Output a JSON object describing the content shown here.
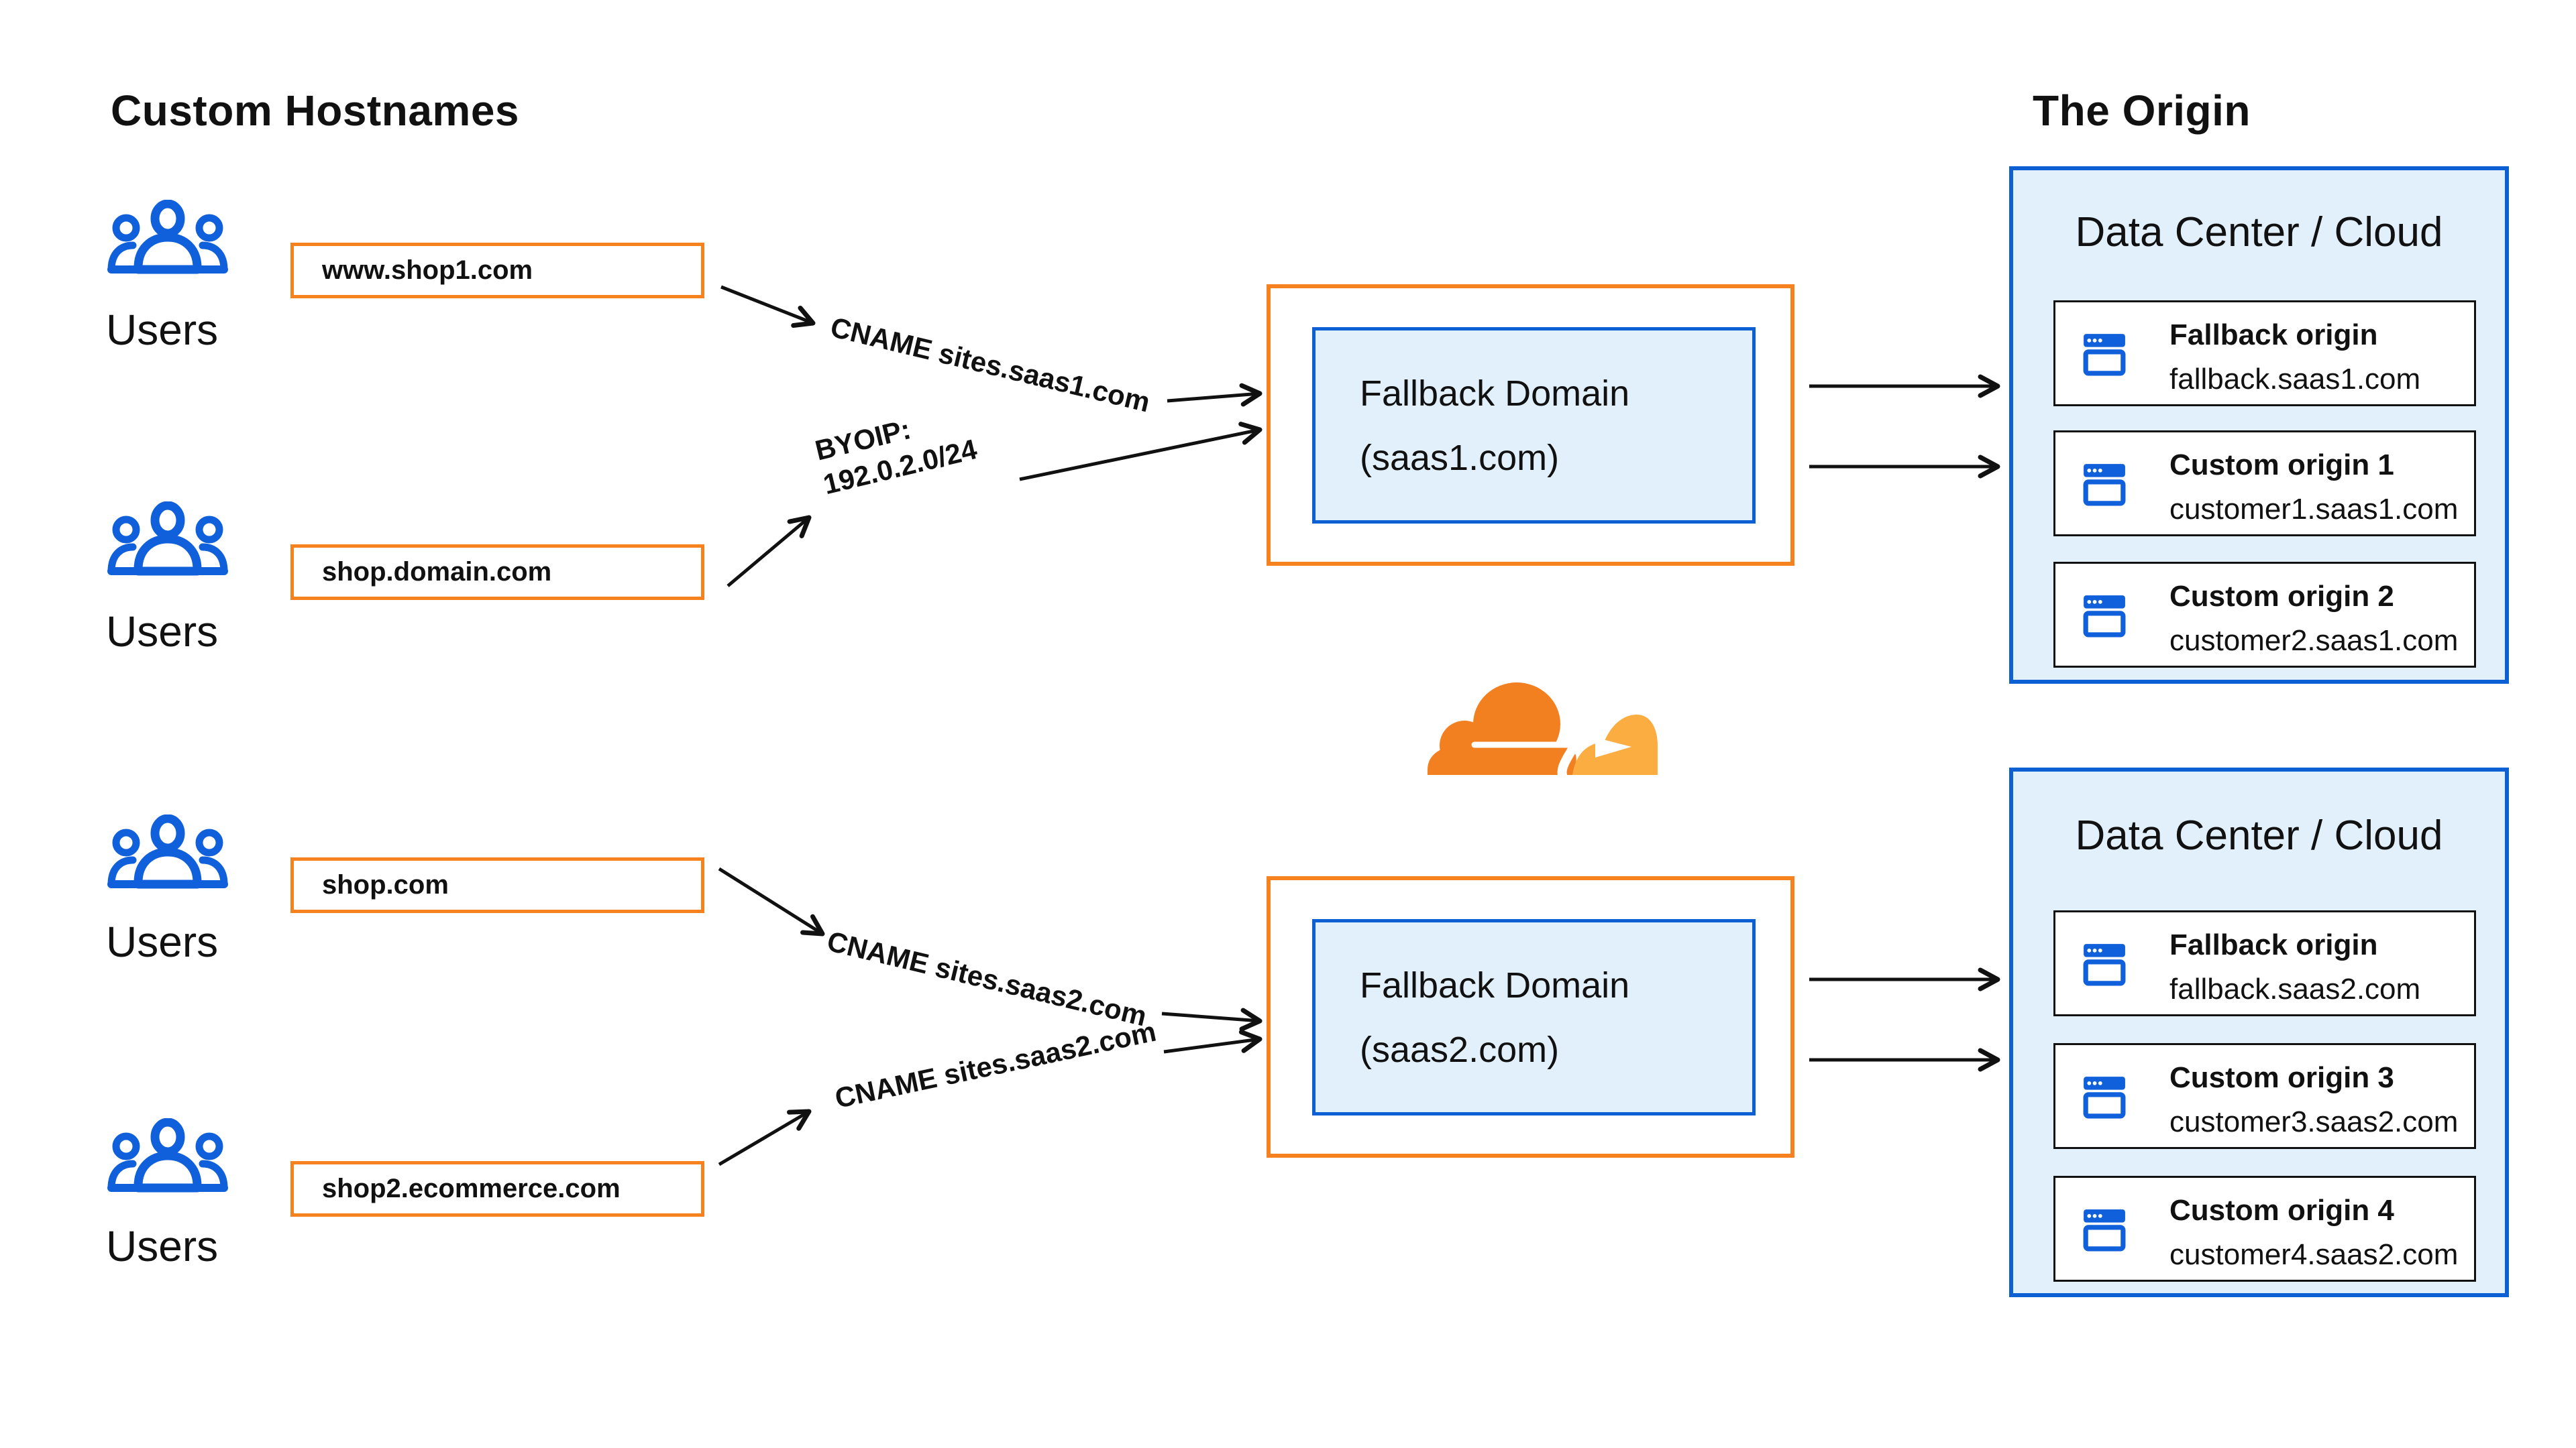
{
  "headers": {
    "left": "Custom Hostnames",
    "right": "The Origin"
  },
  "users_label": "Users",
  "hostnames": [
    "www.shop1.com",
    "shop.domain.com",
    "shop.com",
    "shop2.ecommerce.com"
  ],
  "connections": {
    "cname1": "CNAME sites.saas1.com",
    "byoip_line1": "BYOIP:",
    "byoip_line2": "192.0.2.0/24",
    "cname2a": "CNAME sites.saas2.com",
    "cname2b": "CNAME sites.saas2.com"
  },
  "fallbacks": [
    {
      "title": "Fallback Domain",
      "domain": "(saas1.com)"
    },
    {
      "title": "Fallback Domain",
      "domain": "(saas2.com)"
    }
  ],
  "datacenters": [
    {
      "title": "Data Center / Cloud",
      "origins": [
        {
          "name": "Fallback origin",
          "host": "fallback.saas1.com"
        },
        {
          "name": "Custom origin 1",
          "host": "customer1.saas1.com"
        },
        {
          "name": "Custom origin 2",
          "host": "customer2.saas1.com"
        }
      ]
    },
    {
      "title": "Data Center / Cloud",
      "origins": [
        {
          "name": "Fallback origin",
          "host": "fallback.saas2.com"
        },
        {
          "name": "Custom origin 3",
          "host": "customer3.saas2.com"
        },
        {
          "name": "Custom origin 4",
          "host": "customer4.saas2.com"
        }
      ]
    }
  ],
  "icons": {
    "users": "users-group-icon",
    "origin_entry": "browser-window-icon",
    "middle": "cloudflare-logo"
  },
  "colors": {
    "orange_border": "#F6821F",
    "cloud_orange": "#F38020",
    "cloud_light_orange": "#FBAD41",
    "blue": "#0D5FD4",
    "light_blue_fill": "#E1F0FA",
    "text": "#111111",
    "arrow": "#111111"
  }
}
